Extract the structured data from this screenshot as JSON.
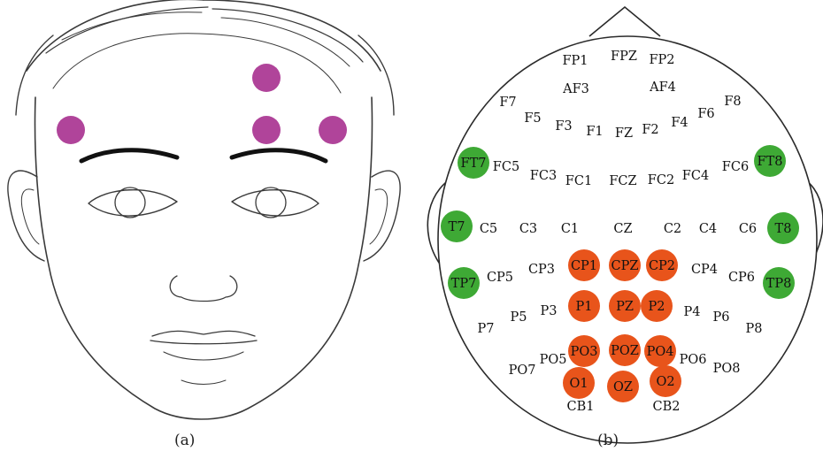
{
  "captions": {
    "a": "(a)",
    "b": "(b)"
  },
  "colors": {
    "face_marker": "#b0449a",
    "green": "#3ea935",
    "orange": "#e8541b",
    "line": "#2a2a2a",
    "text": "#111111"
  },
  "face": {
    "markers": [
      "forehead-top",
      "forehead-center",
      "temple-right",
      "temple-left"
    ]
  },
  "electrodes": [
    {
      "label": "FP1",
      "state": "none"
    },
    {
      "label": "FPZ",
      "state": "none"
    },
    {
      "label": "FP2",
      "state": "none"
    },
    {
      "label": "AF3",
      "state": "none"
    },
    {
      "label": "AF4",
      "state": "none"
    },
    {
      "label": "F7",
      "state": "none"
    },
    {
      "label": "F5",
      "state": "none"
    },
    {
      "label": "F3",
      "state": "none"
    },
    {
      "label": "F1",
      "state": "none"
    },
    {
      "label": "FZ",
      "state": "none"
    },
    {
      "label": "F2",
      "state": "none"
    },
    {
      "label": "F4",
      "state": "none"
    },
    {
      "label": "F6",
      "state": "none"
    },
    {
      "label": "F8",
      "state": "none"
    },
    {
      "label": "FT7",
      "state": "green"
    },
    {
      "label": "FC5",
      "state": "none"
    },
    {
      "label": "FC3",
      "state": "none"
    },
    {
      "label": "FC1",
      "state": "none"
    },
    {
      "label": "FCZ",
      "state": "none"
    },
    {
      "label": "FC2",
      "state": "none"
    },
    {
      "label": "FC4",
      "state": "none"
    },
    {
      "label": "FC6",
      "state": "none"
    },
    {
      "label": "FT8",
      "state": "green"
    },
    {
      "label": "T7",
      "state": "green"
    },
    {
      "label": "C5",
      "state": "none"
    },
    {
      "label": "C3",
      "state": "none"
    },
    {
      "label": "C1",
      "state": "none"
    },
    {
      "label": "CZ",
      "state": "none"
    },
    {
      "label": "C2",
      "state": "none"
    },
    {
      "label": "C4",
      "state": "none"
    },
    {
      "label": "C6",
      "state": "none"
    },
    {
      "label": "T8",
      "state": "green"
    },
    {
      "label": "TP7",
      "state": "green"
    },
    {
      "label": "CP5",
      "state": "none"
    },
    {
      "label": "CP3",
      "state": "none"
    },
    {
      "label": "CP1",
      "state": "orange"
    },
    {
      "label": "CPZ",
      "state": "orange"
    },
    {
      "label": "CP2",
      "state": "orange"
    },
    {
      "label": "CP4",
      "state": "none"
    },
    {
      "label": "CP6",
      "state": "none"
    },
    {
      "label": "TP8",
      "state": "green"
    },
    {
      "label": "P7",
      "state": "none"
    },
    {
      "label": "P5",
      "state": "none"
    },
    {
      "label": "P3",
      "state": "none"
    },
    {
      "label": "P1",
      "state": "orange"
    },
    {
      "label": "PZ",
      "state": "orange"
    },
    {
      "label": "P2",
      "state": "orange"
    },
    {
      "label": "P4",
      "state": "none"
    },
    {
      "label": "P6",
      "state": "none"
    },
    {
      "label": "P8",
      "state": "none"
    },
    {
      "label": "PO7",
      "state": "none"
    },
    {
      "label": "PO5",
      "state": "none"
    },
    {
      "label": "PO3",
      "state": "orange"
    },
    {
      "label": "POZ",
      "state": "orange"
    },
    {
      "label": "PO4",
      "state": "orange"
    },
    {
      "label": "PO6",
      "state": "none"
    },
    {
      "label": "PO8",
      "state": "none"
    },
    {
      "label": "O1",
      "state": "orange"
    },
    {
      "label": "OZ",
      "state": "orange"
    },
    {
      "label": "O2",
      "state": "orange"
    },
    {
      "label": "CB1",
      "state": "none"
    },
    {
      "label": "CB2",
      "state": "none"
    }
  ]
}
